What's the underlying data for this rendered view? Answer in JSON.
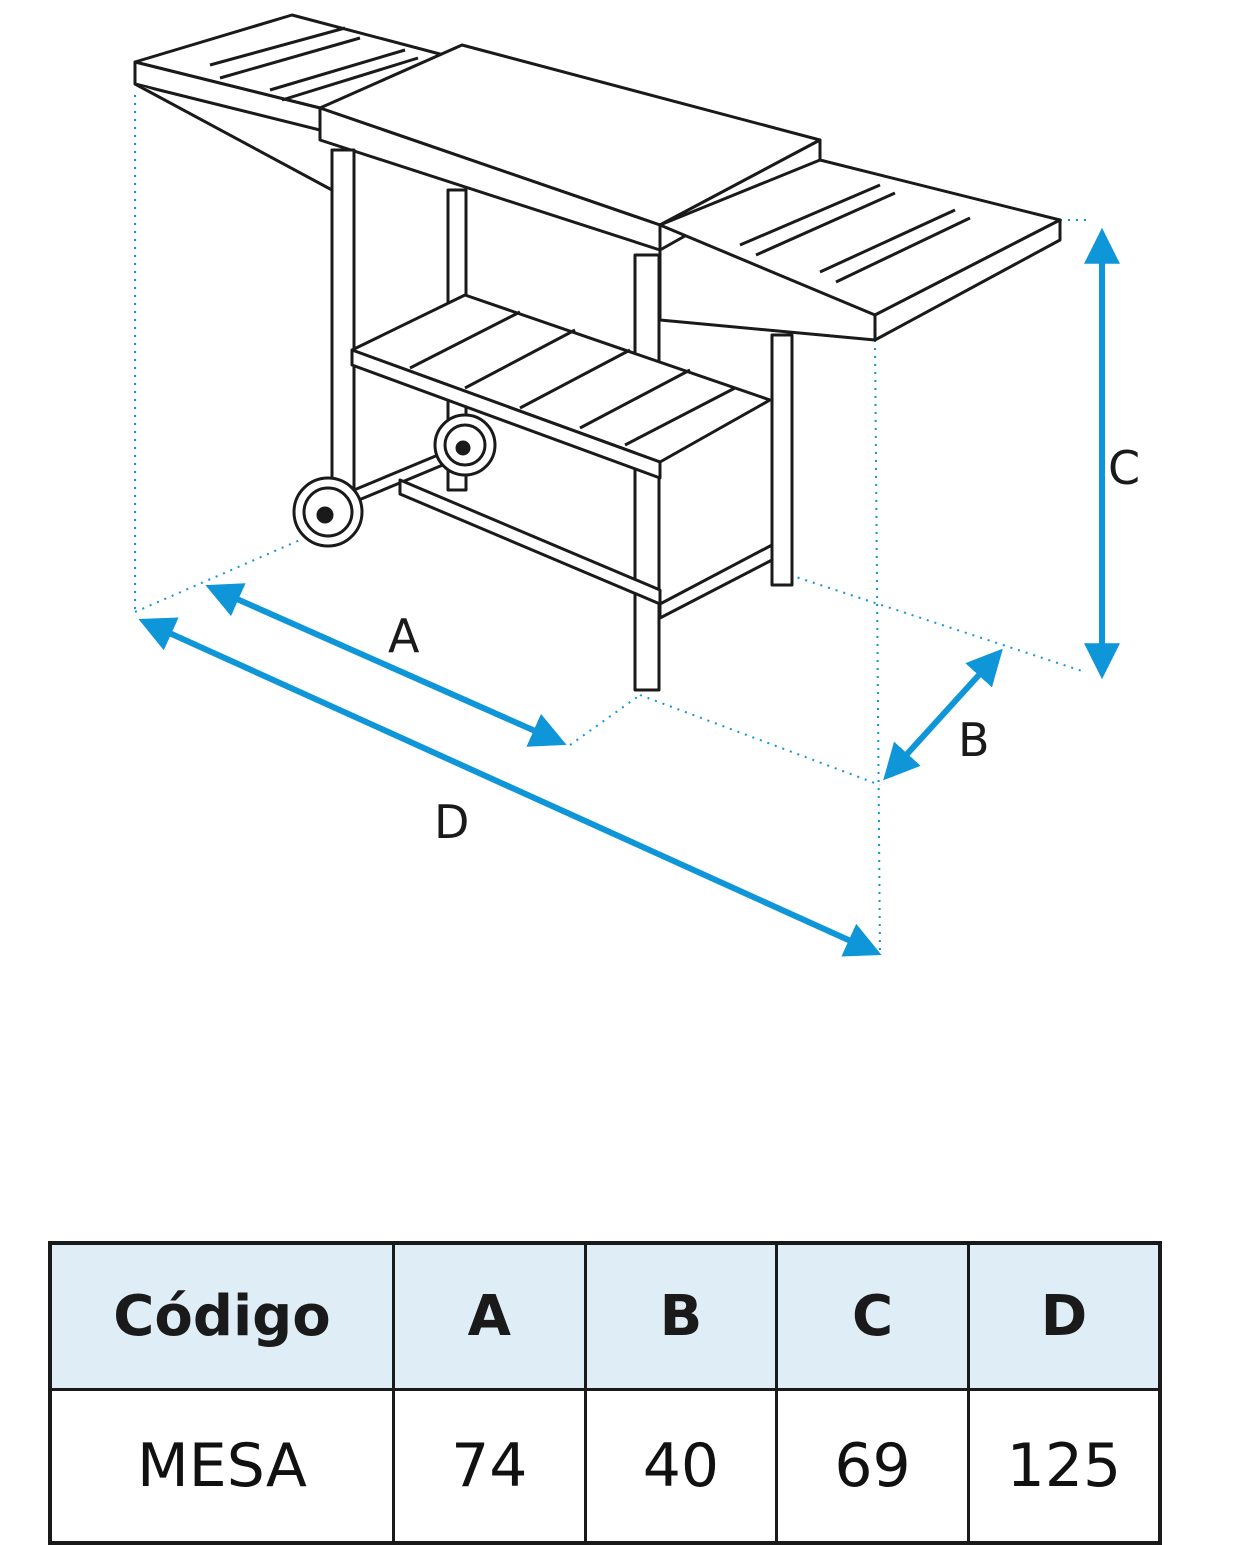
{
  "diagram": {
    "labels": {
      "a": "A",
      "b": "B",
      "c": "C",
      "d": "D"
    },
    "colors": {
      "line": "#1a1a1a",
      "arrow": "#0f96d8",
      "dotted": "#0f96d8"
    }
  },
  "table": {
    "headers": [
      "Código",
      "A",
      "B",
      "C",
      "D"
    ],
    "row": [
      "MESA",
      "74",
      "40",
      "69",
      "125"
    ],
    "colors": {
      "header_bg": "#dfeef6",
      "border": "#1a1a1a"
    }
  }
}
